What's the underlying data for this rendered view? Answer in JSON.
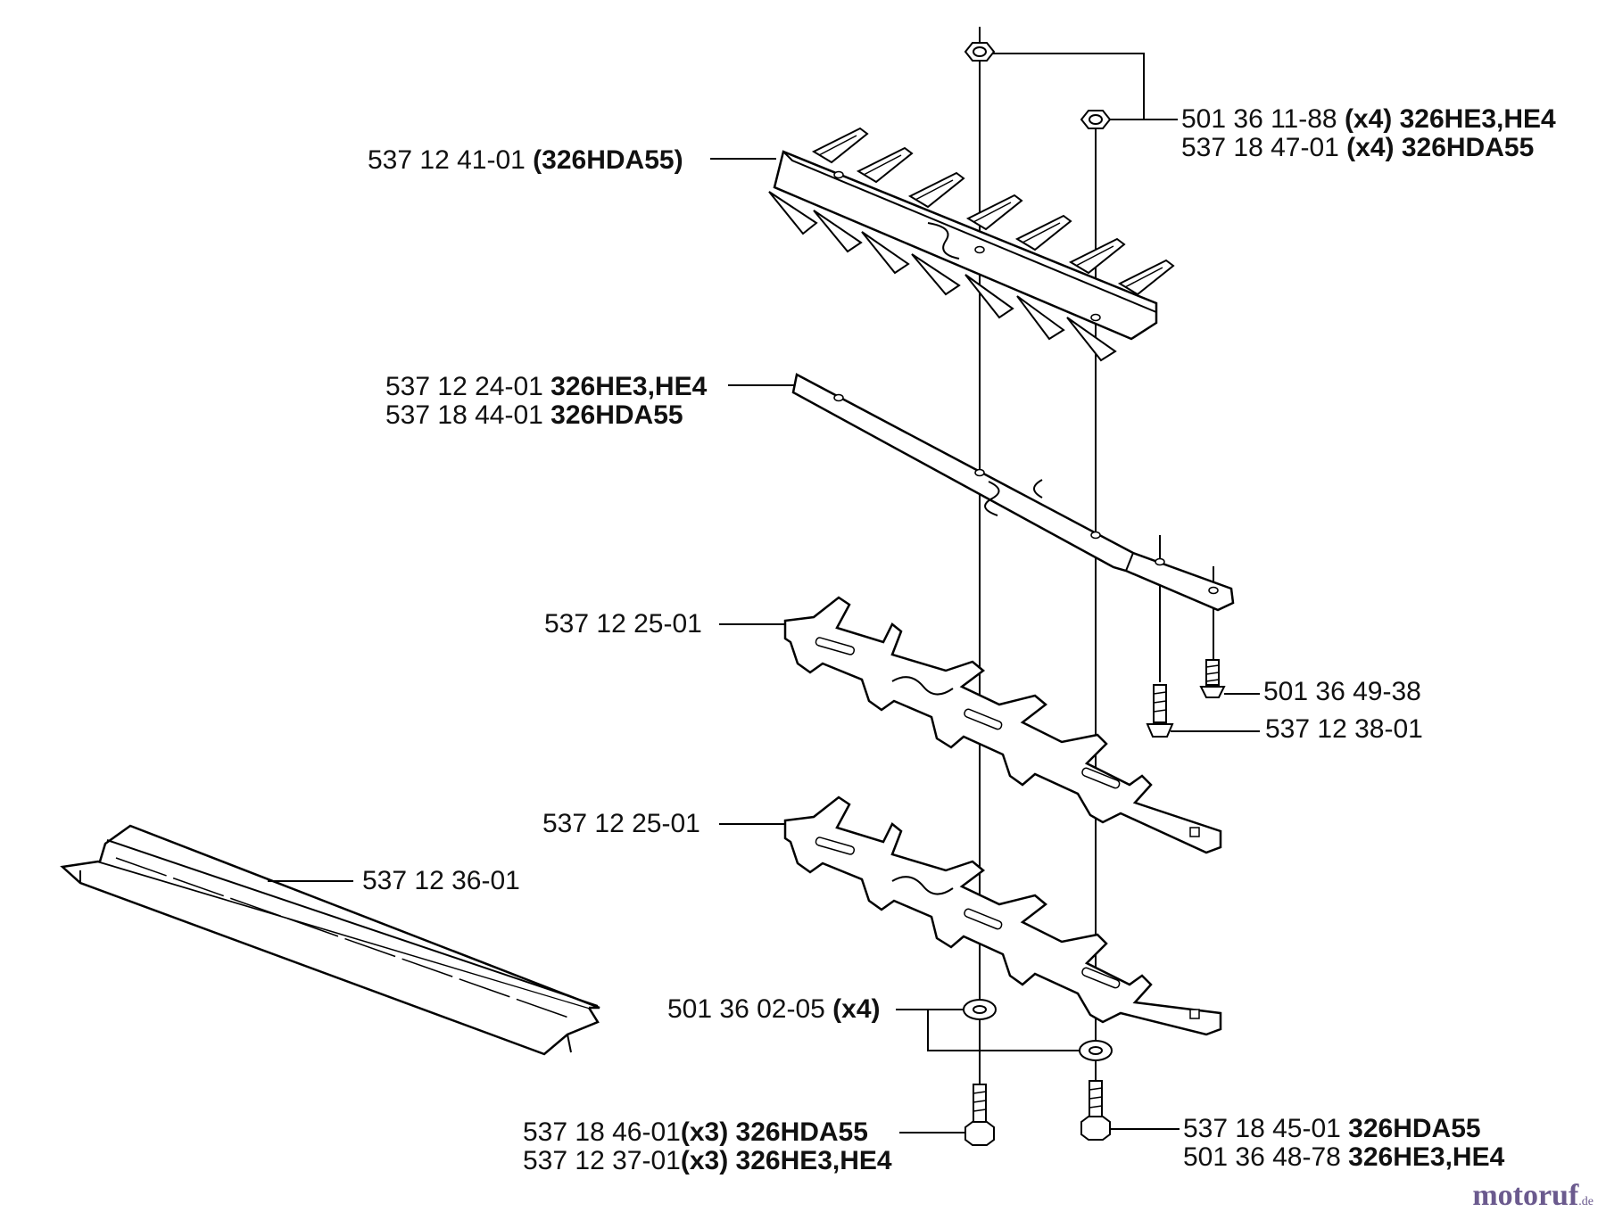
{
  "parts": {
    "nut": {
      "line1": {
        "num": "501 36 11-88 ",
        "bold": "(x4) 326HE3,HE4"
      },
      "line2": {
        "num": "537 18 47-01 ",
        "bold": "(x4) 326HDA55"
      }
    },
    "upper_blade": {
      "num": "537 12 41-01 ",
      "bold": "(326HDA55)"
    },
    "guide_bar": {
      "line1": {
        "num": "537 12 24-01 ",
        "bold": "326HE3,HE4"
      },
      "line2": {
        "num": "537 18 44-01 ",
        "bold": "326HDA55"
      }
    },
    "blade_1": {
      "num": "537 12 25-01"
    },
    "screw_short": {
      "num": "501 36 49-38"
    },
    "screw_long": {
      "num": "537 12 38-01"
    },
    "blade_2": {
      "num": "537 12 25-01"
    },
    "guard": {
      "num": "537 12 36-01"
    },
    "washer": {
      "num": "501 36 02-05 ",
      "bold": "(x4)"
    },
    "bolt_left": {
      "line1": {
        "num": "537 18 46-01",
        "bold": "(x3) 326HDA55"
      },
      "line2": {
        "num": "537 12 37-01",
        "bold": "(x3) 326HE3,HE4"
      }
    },
    "bolt_right": {
      "line1": {
        "num": "537 18 45-01 ",
        "bold": "326HDA55"
      },
      "line2": {
        "num": "501 36 48-78 ",
        "bold": "326HE3,HE4"
      }
    }
  },
  "watermark": {
    "main": "motoruf",
    "suffix": ".de"
  }
}
